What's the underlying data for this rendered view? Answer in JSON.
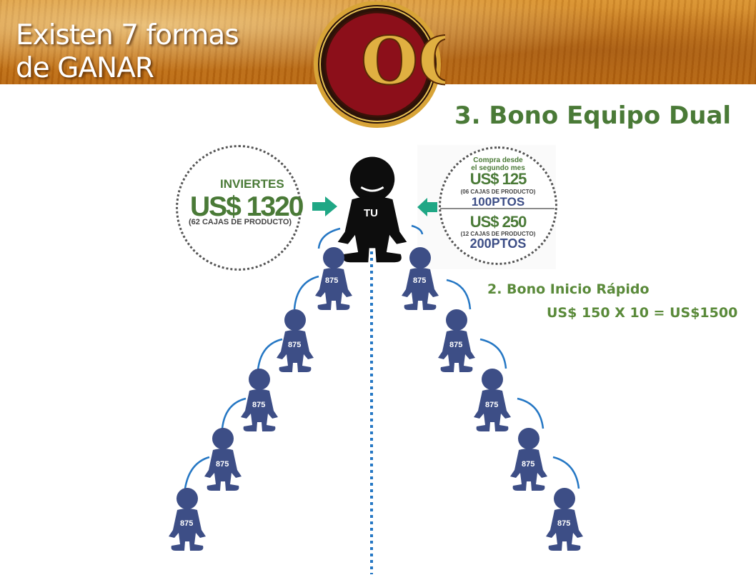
{
  "header": {
    "title_line1": "Existen 7 formas",
    "title_line2": "de GANAR",
    "logo_text": "OG"
  },
  "section_title": "3. Bono Equipo Dual",
  "left_circle": {
    "label": "INVIERTES",
    "amount": "US$ 1320",
    "note": "(62 CAJAS DE PRODUCTO)"
  },
  "right_circle": {
    "line1": "Compra desde",
    "line2": "el segundo mes",
    "amount1": "US$ 125",
    "note1": "(06 CAJAS DE PRODUCTO)",
    "points1": "100PTOS",
    "amount2": "US$ 250",
    "note2": "(12 CAJAS DE PRODUCTO)",
    "points2": "200PTOS"
  },
  "center_person": "TU",
  "member_points": "875",
  "bonus2": {
    "title": "2. Bono Inicio Rápido",
    "formula": "US$ 150 X 10 = US$1500"
  },
  "colors": {
    "green": "#4a7a37",
    "navy_figure": "#3d4e86",
    "teal_arrow": "#1fa785",
    "line_blue": "#2577c4",
    "banner": "#c97a1c"
  }
}
